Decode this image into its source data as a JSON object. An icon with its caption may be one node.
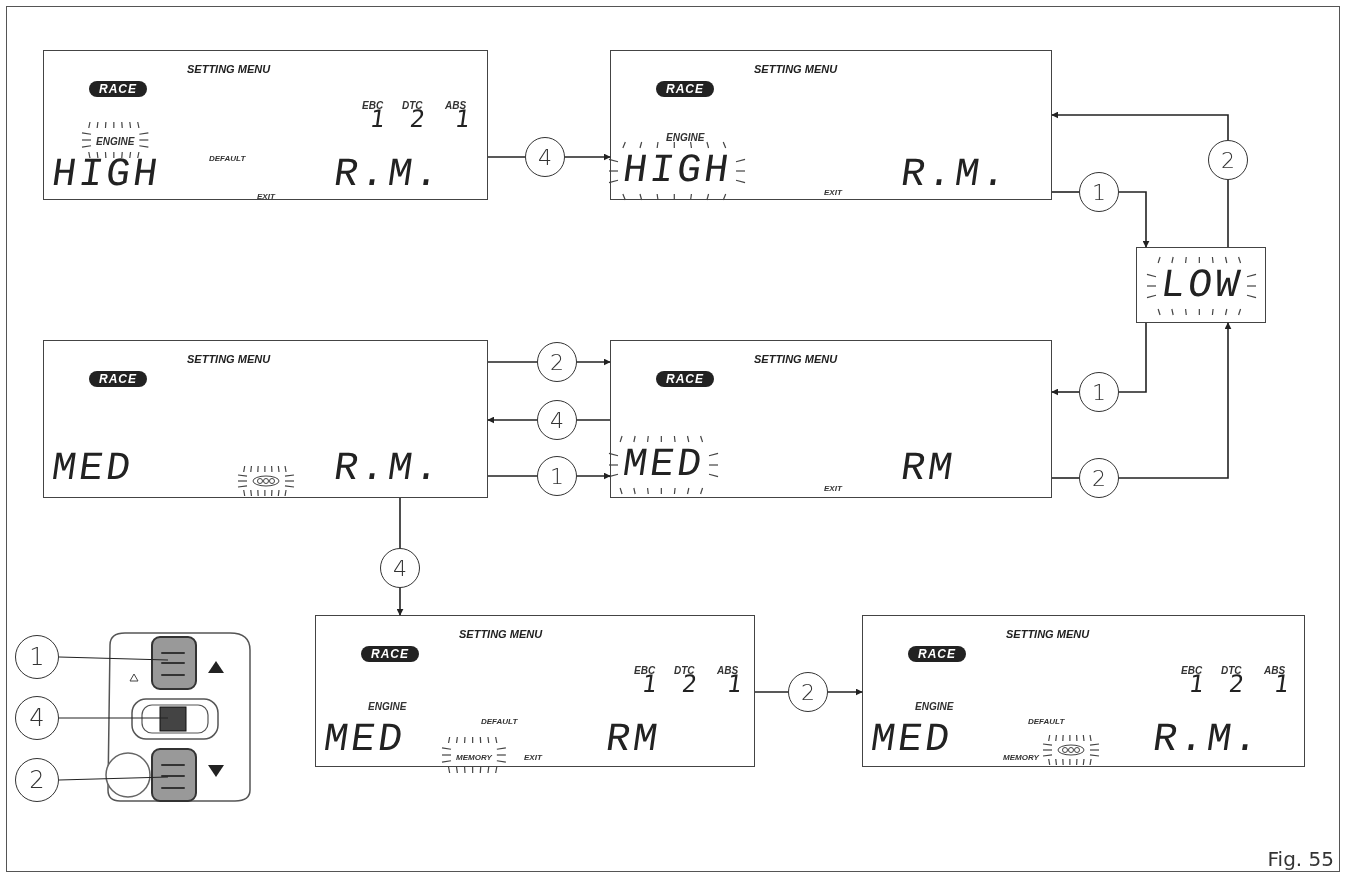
{
  "diagram": {
    "nodes": [
      {
        "text": [
          "SETTING MENU",
          "RACE",
          "EBC",
          "DTC",
          "ABS",
          "1",
          "2",
          "1",
          "ENGINE",
          "DEFAULT",
          "HIGH",
          "R.M.",
          "EXIT"
        ]
      },
      {
        "text": [
          "4"
        ]
      },
      {
        "text": [
          "SETTING MENU",
          "RACE",
          "ENGINE",
          "HIGH",
          "EXIT",
          "R.M."
        ]
      },
      {
        "text": [
          "1"
        ]
      },
      {
        "text": [
          "2"
        ]
      },
      {
        "text": [
          "LOW"
        ]
      },
      {
        "text": [
          "SETTING MENU",
          "RACE",
          "MED",
          "R.M."
        ]
      },
      {
        "text": [
          "2"
        ]
      },
      {
        "text": [
          "4"
        ]
      },
      {
        "text": [
          "1"
        ]
      },
      {
        "text": [
          "SETTING MENU",
          "RACE",
          "MED",
          "EXIT",
          "RM"
        ]
      },
      {
        "text": [
          "1"
        ]
      },
      {
        "text": [
          "2"
        ]
      },
      {
        "text": [
          "4"
        ]
      },
      {
        "text": [
          "SETTING MENU",
          "RACE",
          "EBC",
          "DTC",
          "ABS",
          "1",
          "2",
          "1",
          "ENGINE",
          "DEFAULT",
          "MED",
          "MEMORY",
          "EXIT",
          "RM"
        ]
      },
      {
        "text": [
          "2"
        ]
      },
      {
        "text": [
          "SETTING MENU",
          "RACE",
          "EBC",
          "DTC",
          "ABS",
          "1",
          "2",
          "1",
          "ENGINE",
          "DEFAULT",
          "MED",
          "MEMORY",
          "R.M."
        ]
      },
      {
        "text": [],
        "shape": "picture"
      },
      {
        "text": [
          "1"
        ]
      },
      {
        "text": [
          "4"
        ]
      },
      {
        "text": [
          "2"
        ]
      }
    ],
    "edges": [
      {
        "from": 0,
        "to": 1,
        "arrow": "none"
      },
      {
        "from": 1,
        "to": 2,
        "arrow": "to"
      },
      {
        "from": 2,
        "to": 3,
        "arrow": "none"
      },
      {
        "from": 3,
        "to": 5,
        "arrow": "to"
      },
      {
        "from": 5,
        "to": 4,
        "arrow": "none"
      },
      {
        "from": 4,
        "to": 2,
        "arrow": "to"
      },
      {
        "from": 5,
        "to": 11,
        "arrow": "none"
      },
      {
        "from": 11,
        "to": 10,
        "arrow": "to"
      },
      {
        "from": 10,
        "to": 12,
        "arrow": "none"
      },
      {
        "from": 12,
        "to": 5,
        "arrow": "to"
      },
      {
        "from": 6,
        "to": 7,
        "arrow": "none"
      },
      {
        "from": 7,
        "to": 10,
        "arrow": "to"
      },
      {
        "from": 10,
        "to": 8,
        "arrow": "none"
      },
      {
        "from": 8,
        "to": 6,
        "arrow": "to"
      },
      {
        "from": 6,
        "to": 9,
        "arrow": "none"
      },
      {
        "from": 9,
        "to": 10,
        "arrow": "to"
      },
      {
        "from": 6,
        "to": 13,
        "arrow": "none"
      },
      {
        "from": 13,
        "to": 14,
        "arrow": "to"
      },
      {
        "from": 14,
        "to": 15,
        "arrow": "none"
      },
      {
        "from": 15,
        "to": 16,
        "arrow": "to"
      },
      {
        "from": 18,
        "to": 17,
        "arrow": "none"
      },
      {
        "from": 19,
        "to": 17,
        "arrow": "none"
      },
      {
        "from": 20,
        "to": 17,
        "arrow": "none"
      }
    ],
    "labels": [
      "Fig. 55"
    ]
  }
}
